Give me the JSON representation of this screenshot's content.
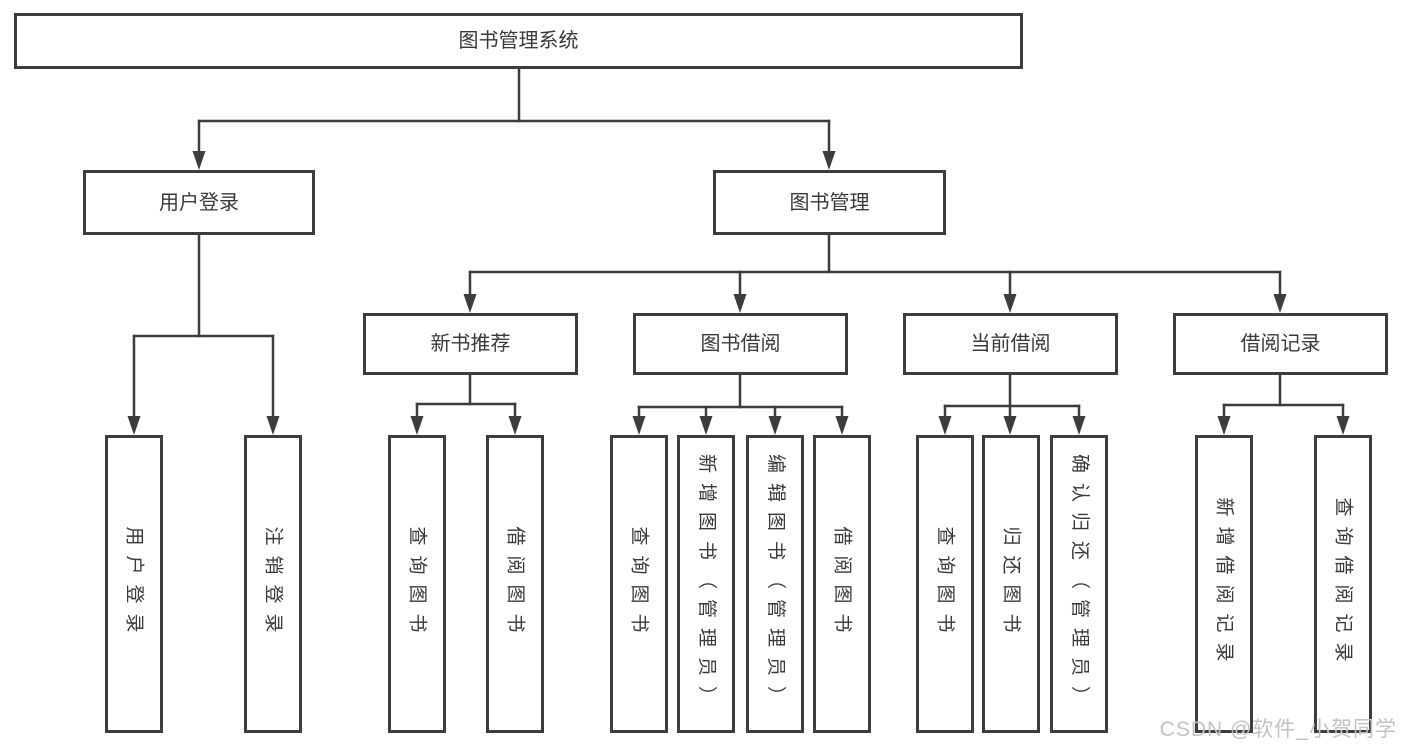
{
  "diagram": {
    "watermark": "CSDN @软件_小贺同学",
    "colors": {
      "background": "#ffffff",
      "line": "#3d3d3d",
      "box_bg": "#ffffff",
      "text": "#3a3a3a",
      "watermark": "#c3c3c3"
    },
    "nodes": [
      {
        "id": "root",
        "label": "图书管理系统",
        "parent": null
      },
      {
        "id": "user-login",
        "label": "用户登录",
        "parent": "root"
      },
      {
        "id": "book-mgmt",
        "label": "图书管理",
        "parent": "root"
      },
      {
        "id": "new-book-rec",
        "label": "新书推荐",
        "parent": "book-mgmt"
      },
      {
        "id": "book-borrow",
        "label": "图书借阅",
        "parent": "book-mgmt"
      },
      {
        "id": "current-borrow",
        "label": "当前借阅",
        "parent": "book-mgmt"
      },
      {
        "id": "borrow-record",
        "label": "借阅记录",
        "parent": "book-mgmt"
      },
      {
        "id": "login-leaf",
        "label": "用户登录",
        "parent": "user-login"
      },
      {
        "id": "logout-leaf",
        "label": "注销登录",
        "parent": "user-login"
      },
      {
        "id": "rec-query",
        "label": "查询图书",
        "parent": "new-book-rec"
      },
      {
        "id": "rec-borrow",
        "label": "借阅图书",
        "parent": "new-book-rec"
      },
      {
        "id": "bor-query",
        "label": "查询图书",
        "parent": "book-borrow"
      },
      {
        "id": "bor-add",
        "label": "新增图书（管理员）",
        "parent": "book-borrow"
      },
      {
        "id": "bor-edit",
        "label": "编辑图书（管理员）",
        "parent": "book-borrow"
      },
      {
        "id": "bor-borrow",
        "label": "借阅图书",
        "parent": "book-borrow"
      },
      {
        "id": "cur-query",
        "label": "查询图书",
        "parent": "current-borrow"
      },
      {
        "id": "cur-return",
        "label": "归还图书",
        "parent": "current-borrow"
      },
      {
        "id": "cur-confirm",
        "label": "确认归还（管理员）",
        "parent": "current-borrow"
      },
      {
        "id": "rec2-add",
        "label": "新增借阅记录",
        "parent": "borrow-record"
      },
      {
        "id": "rec2-query",
        "label": "查询借阅记录",
        "parent": "borrow-record"
      }
    ]
  }
}
